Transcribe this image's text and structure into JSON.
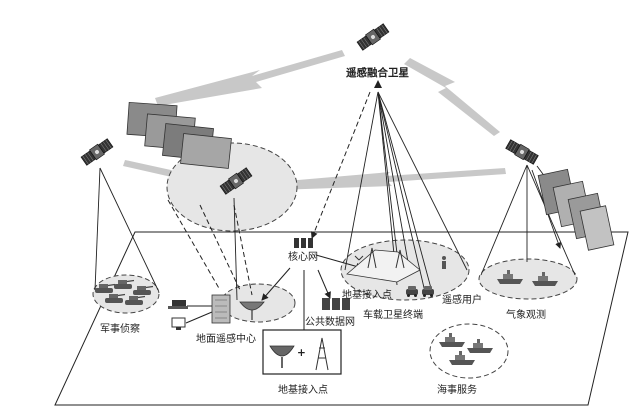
{
  "labels": {
    "satellite_main": "遥感融合卫星",
    "core_network": "核心网",
    "public_data_network": "公共数据网",
    "ground_access_point_middle": "地基接入点",
    "vehicle_terminal": "车载卫星终端",
    "remote_sensing_user": "遥感用户",
    "weather_observation": "气象观测",
    "military_recon": "军事侦察",
    "ground_sensing_center": "地面遥感中心",
    "maritime_service": "海事服务",
    "ground_access_point_bottom": "地基接入点",
    "plus_sign": "+"
  },
  "colors": {
    "line": "#222222",
    "zone_fill": "#e6e6e6",
    "zone_stroke": "#444444",
    "beam_arrow": "#c8c8c8",
    "satellite_body": "#555555",
    "satellite_panel": "#333333"
  },
  "icons": [
    "satellite-icon",
    "tank-icon",
    "building-icon",
    "dish-antenna-icon",
    "tower-icon",
    "ship-icon",
    "car-icon",
    "person-icon",
    "server-icon",
    "computer-icon",
    "photo-stack-icon"
  ]
}
